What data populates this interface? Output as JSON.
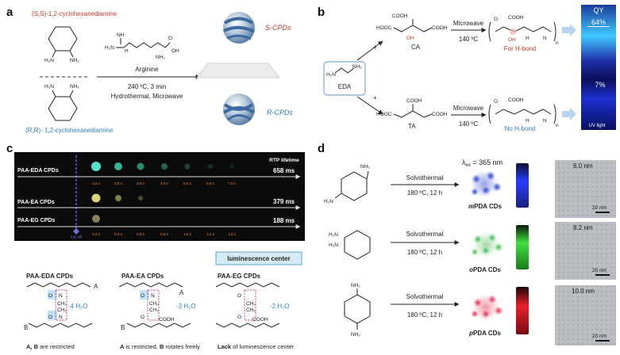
{
  "panels": {
    "a": {
      "letter": "a",
      "reactant_ss": "(S,S)-1,2-cyclohexanediamine",
      "reactant_rr": "(R,R)- 1,2-cyclohexanediamine",
      "reagent": "Arginine",
      "conditions_1": "240 ºC, 3 min",
      "conditions_2": "Hydrothermal, Microwave",
      "product_s": "S-CPDs",
      "product_r": "R-CPDs"
    },
    "b": {
      "letter": "b",
      "eda": "EDA",
      "ca": "CA",
      "ta": "TA",
      "microwave_1": "Microwave",
      "temp_1": "140 ºC",
      "microwave_2": "Microwave",
      "temp_2": "140 ºC",
      "for_hbond": "For H-bond",
      "no_hbond": "No H-bond",
      "qy_label": "QY",
      "qy_1": "64%",
      "qy_2": "7%",
      "uv": "UV light",
      "plus": "+"
    },
    "c": {
      "letter": "c",
      "rtp": "RTP lifetime",
      "rows": [
        {
          "name": "PAA-EDA CPDs",
          "life": "658 ms"
        },
        {
          "name": "PAA-EA CPDs",
          "life": "379 ms"
        },
        {
          "name": "PAA-EG CPDs",
          "life": "188 ms"
        }
      ],
      "times_row1": [
        "1.0 s",
        "2.0 s",
        "3.0 s",
        "4.0 s",
        "5.0 s",
        "6.0 s",
        "7.0 s"
      ],
      "times_row3": [
        "0.2 s",
        "0.4 s",
        "0.6 s",
        "0.8 s",
        "1.0 s",
        "1.2 s",
        "1.4 s"
      ],
      "uv_off": "UV off",
      "lum_center": "luminescence center",
      "structures": [
        {
          "title": "PAA-EDA CPDs",
          "water": "-4 H₂O",
          "caption_b": "A, B",
          "caption_r": " are restricted"
        },
        {
          "title": "PAA-EA CPDs",
          "water": "-3 H₂O",
          "caption_b": "A",
          "caption_r": " is restricted, ",
          "caption_b2": "B",
          "caption_r2": " rotates freely"
        },
        {
          "title": "PAA-EG CPDs",
          "water": "-2 H₂O",
          "caption_b": "Lack",
          "caption_r": " of luminescence center"
        }
      ],
      "lbl_a": "A",
      "lbl_b": "B",
      "n": "N",
      "o": "O",
      "ch2": "CH₂",
      "cooh": "COOH"
    },
    "d": {
      "letter": "d",
      "lambda": "λex = 365 nm",
      "rows": [
        {
          "cond1": "Solvothermal",
          "cond2": "180 ºC, 12 h",
          "product": "mPDA CDs",
          "prefix": "m",
          "size": "6.0 nm",
          "scale": "20 nm",
          "color": "#3b5bd6"
        },
        {
          "cond1": "Solvothermal",
          "cond2": "180 ºC, 12 h",
          "product": "oPDA CDs",
          "prefix": "o",
          "size": "8.2 nm",
          "scale": "20 nm",
          "color": "#3fbf4a"
        },
        {
          "cond1": "Solvothermal",
          "cond2": "180 ºC, 12 h",
          "product": "pPDA CDs",
          "prefix": "p",
          "size": "10.0 nm",
          "scale": "20 nm",
          "color": "#e23a5a"
        }
      ],
      "nh2": "NH₂",
      "h2n": "H₂N"
    }
  }
}
